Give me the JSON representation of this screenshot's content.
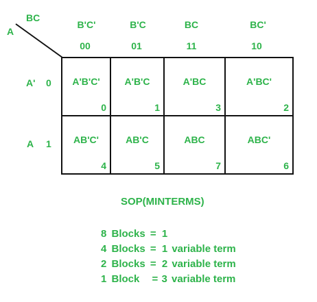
{
  "corner": {
    "row_var": "A",
    "col_var": "BC"
  },
  "columns": [
    {
      "term": "B'C'",
      "code": "00"
    },
    {
      "term": "B'C",
      "code": "01"
    },
    {
      "term": "BC",
      "code": "11"
    },
    {
      "term": "BC'",
      "code": "10"
    }
  ],
  "rows": [
    {
      "term": "A'",
      "code": "0"
    },
    {
      "term": "A",
      "code": "1"
    }
  ],
  "cells": [
    [
      {
        "term": "A'B'C'",
        "index": "0"
      },
      {
        "term": "A'B'C",
        "index": "1"
      },
      {
        "term": "A'BC",
        "index": "3"
      },
      {
        "term": "A'BC'",
        "index": "2"
      }
    ],
    [
      {
        "term": "AB'C'",
        "index": "4"
      },
      {
        "term": "AB'C",
        "index": "5"
      },
      {
        "term": "ABC",
        "index": "7"
      },
      {
        "term": "ABC'",
        "index": "6"
      }
    ]
  ],
  "title": "SOP(MINTERMS)",
  "blocks": [
    {
      "count": "8",
      "word": "Blocks",
      "eq": "=",
      "value": "1",
      "suffix": ""
    },
    {
      "count": "4",
      "word": "Blocks",
      "eq": "=",
      "value": "1",
      "suffix": "variable term"
    },
    {
      "count": "2",
      "word": "Blocks",
      "eq": "=",
      "value": "2",
      "suffix": "variable term"
    },
    {
      "count": "1",
      "word": "Block",
      "eq": "=",
      "value": "3",
      "suffix": "variable term"
    }
  ],
  "colors": {
    "accent": "#2db34a",
    "line": "#111111"
  }
}
